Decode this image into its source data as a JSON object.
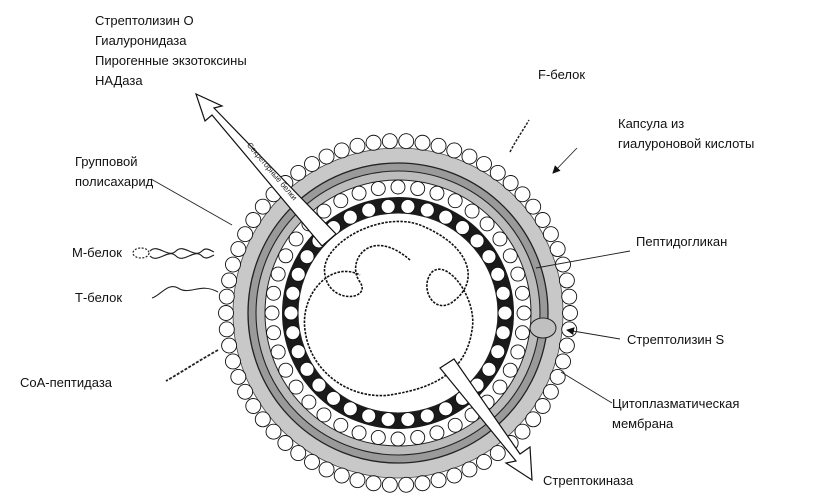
{
  "labels": {
    "secreted_line1": "Стрептолизин О",
    "secreted_line2": "Гиалуронидаза",
    "secreted_line3": "Пирогенные экзотоксины",
    "secreted_line4": "НАДаза",
    "arrow_text": "Секреторные белки",
    "f_protein": "F-белок",
    "capsule_line1": "Капсула из",
    "capsule_line2": "гиалуроновой кислоты",
    "group_poly_line1": "Групповой",
    "group_poly_line2": "полисахарид",
    "m_protein": "М-белок",
    "t_protein": "Т-белок",
    "coa_peptidase": "СоА-пептидаза",
    "peptidoglycan": "Пептидогликан",
    "streptolysin_s": "Стрептолизин S",
    "membrane_line1": "Цитоплазматическая",
    "membrane_line2": "мембрана",
    "streptokinase": "Стрептокиназа"
  },
  "colors": {
    "capsule": "#c8c8c8",
    "wall": "#9a9a9a",
    "ink": "#111111",
    "bead_fill": "#ffffff",
    "bilayer_dark": "#1a1a1a"
  }
}
